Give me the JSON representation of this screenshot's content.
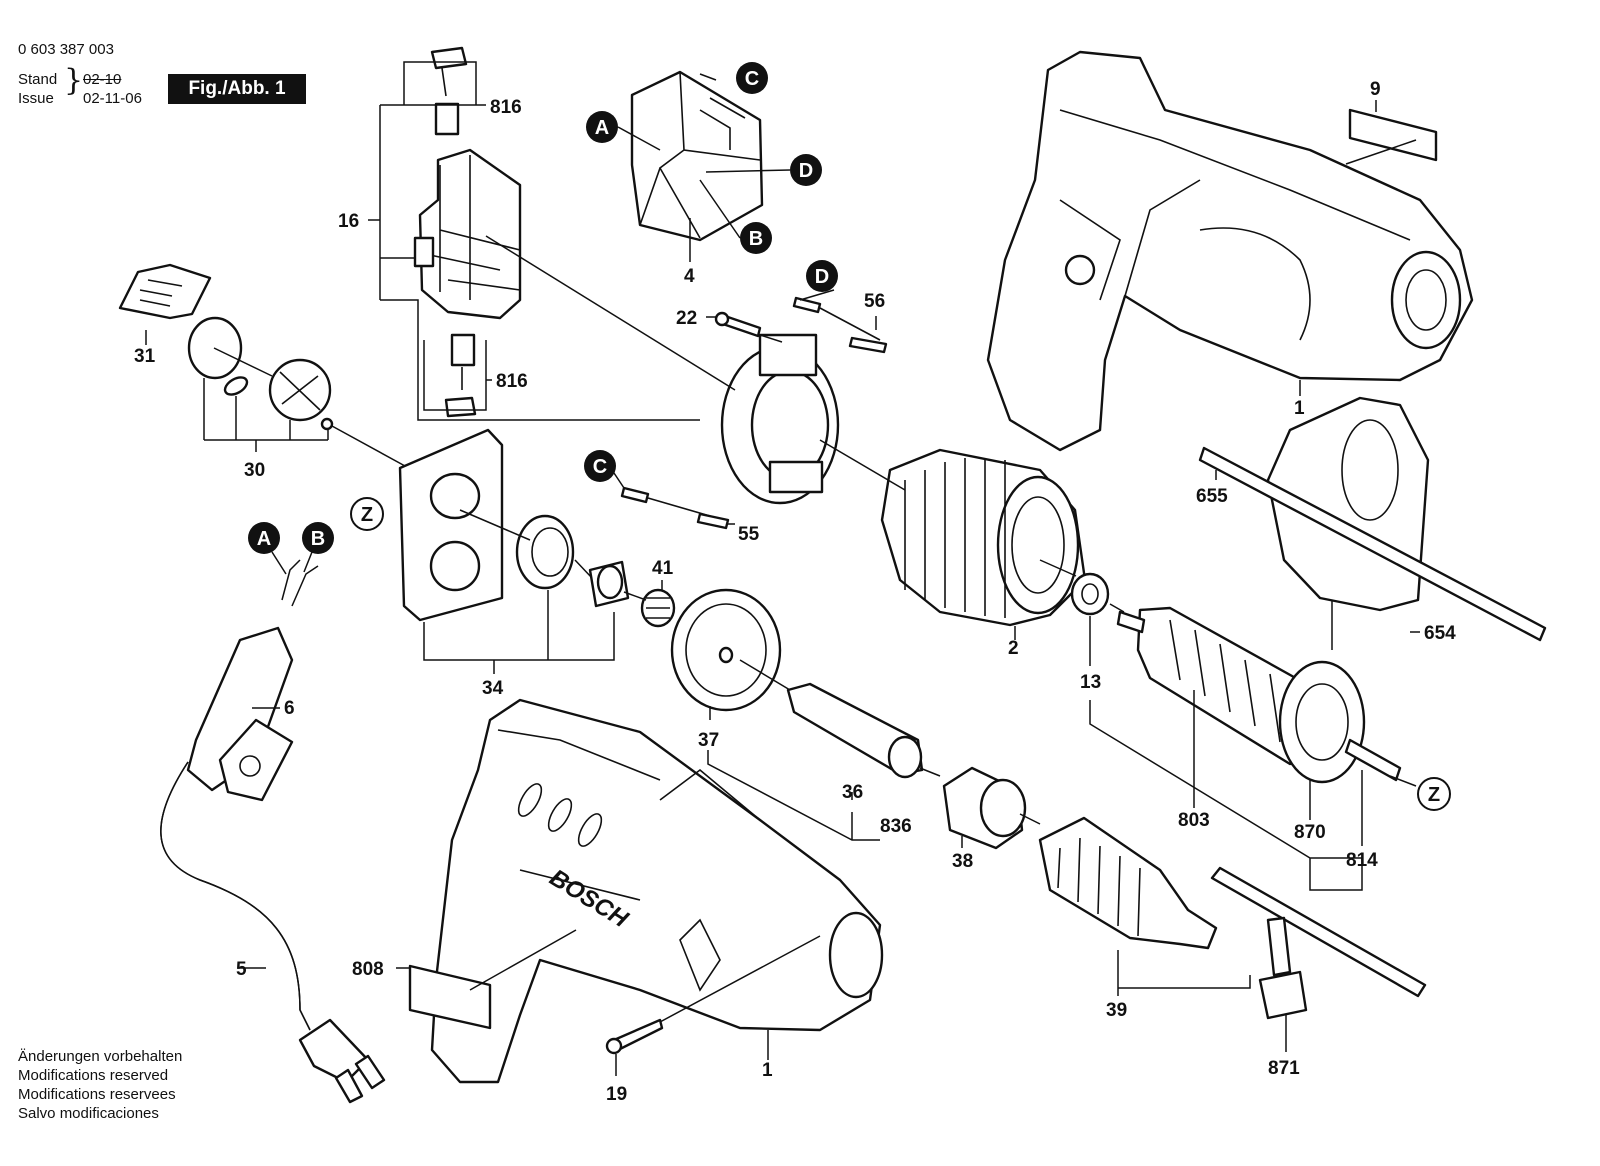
{
  "header": {
    "part_number": "0 603 387 003",
    "stand_label": "Stand",
    "issue_label": "Issue",
    "old_date": "02-10",
    "date": "02-11-06",
    "figure_tag": "Fig./Abb. 1"
  },
  "footer": {
    "lines": [
      "Änderungen vorbehalten",
      "Modifications reserved",
      "Modifications reservees",
      "Salvo modificaciones"
    ]
  },
  "brand": "BOSCH",
  "reference_markers": [
    "A",
    "B",
    "C",
    "D",
    "Z"
  ],
  "part_labels": [
    "816",
    "16",
    "816",
    "4",
    "31",
    "30",
    "22",
    "56",
    "9",
    "1",
    "55",
    "41",
    "34",
    "2",
    "13",
    "655",
    "654",
    "6",
    "37",
    "36",
    "836",
    "38",
    "803",
    "870",
    "814",
    "5",
    "808",
    "39",
    "19",
    "1",
    "871"
  ],
  "colors": {
    "ink": "#111111",
    "paper": "#ffffff"
  }
}
